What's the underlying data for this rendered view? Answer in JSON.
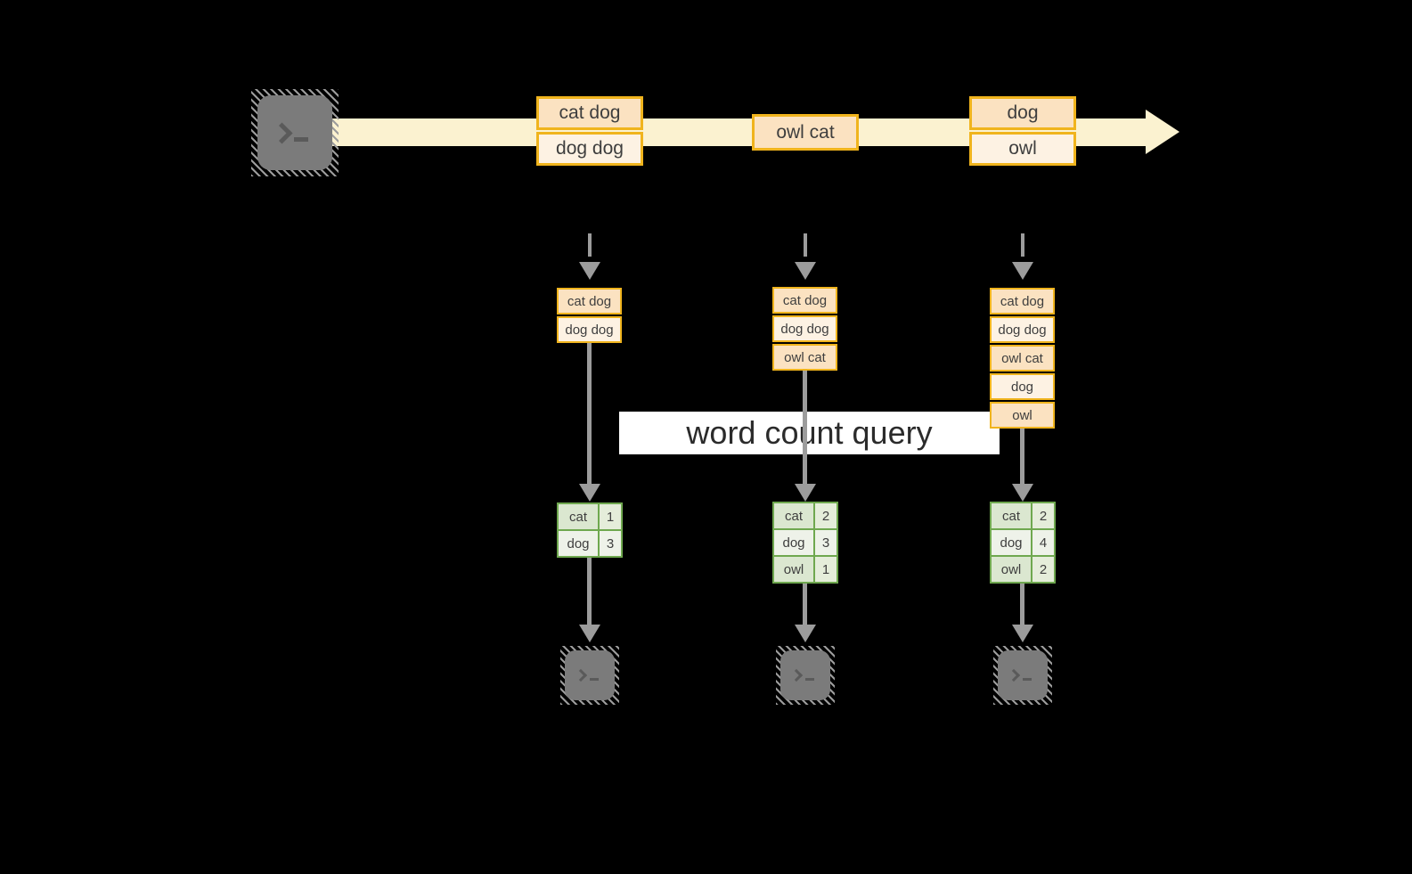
{
  "colors": {
    "background": "#000000",
    "stream_band": "#fbf2d0",
    "event_border": "#f0b41d",
    "event_fill_dark": "#fbe2c1",
    "event_fill_light": "#fdf2e3",
    "table_border": "#6fa84f",
    "table_fill_dark": "#dbe7d0",
    "table_fill_light": "#eef2e9",
    "arrow_gray": "#9c9c9c",
    "terminal_gray": "#7b7b7b",
    "text": "#3e3e3e"
  },
  "query_label": "word count query",
  "stream": {
    "events": [
      {
        "lines": [
          "cat dog",
          "dog dog"
        ]
      },
      {
        "lines": [
          "owl cat"
        ]
      },
      {
        "lines": [
          "dog",
          "owl"
        ]
      }
    ]
  },
  "columns": [
    {
      "state": [
        "cat dog",
        "dog dog"
      ],
      "counts": [
        {
          "word": "cat",
          "count": "1"
        },
        {
          "word": "dog",
          "count": "3"
        }
      ]
    },
    {
      "state": [
        "cat dog",
        "dog dog",
        "owl cat"
      ],
      "counts": [
        {
          "word": "cat",
          "count": "2"
        },
        {
          "word": "dog",
          "count": "3"
        },
        {
          "word": "owl",
          "count": "1"
        }
      ]
    },
    {
      "state": [
        "cat dog",
        "dog dog",
        "owl cat",
        "dog",
        "owl"
      ],
      "counts": [
        {
          "word": "cat",
          "count": "2"
        },
        {
          "word": "dog",
          "count": "4"
        },
        {
          "word": "owl",
          "count": "2"
        }
      ]
    }
  ],
  "icons": {
    "source_terminal": "terminal-prompt",
    "sink_terminal": "terminal-prompt"
  }
}
